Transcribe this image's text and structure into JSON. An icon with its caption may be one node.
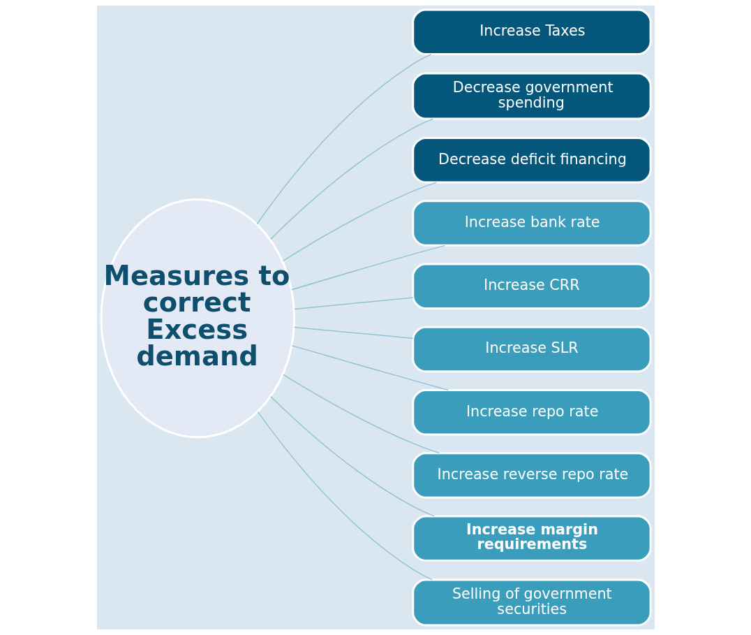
{
  "diagram": {
    "nodes": [
      {
        "text": [
          "Measures to correct Excess demand"
        ]
      },
      {
        "text": [
          "Increase Taxes"
        ]
      },
      {
        "text": [
          "Decrease government spending"
        ]
      },
      {
        "text": [
          "Decrease deficit financing"
        ]
      },
      {
        "text": [
          "Increase bank rate"
        ]
      },
      {
        "text": [
          "Increase CRR"
        ]
      },
      {
        "text": [
          "Increase SLR"
        ]
      },
      {
        "text": [
          "Increase repo rate"
        ]
      },
      {
        "text": [
          "Increase reverse repo rate"
        ]
      },
      {
        "text": [
          "Increase margin requirements"
        ]
      },
      {
        "text": [
          "Selling of government securities"
        ]
      }
    ],
    "edges": [
      {
        "from": 0,
        "to": 1,
        "arrow": "none"
      },
      {
        "from": 0,
        "to": 2,
        "arrow": "none"
      },
      {
        "from": 0,
        "to": 3,
        "arrow": "none"
      },
      {
        "from": 0,
        "to": 4,
        "arrow": "none"
      },
      {
        "from": 0,
        "to": 5,
        "arrow": "none"
      },
      {
        "from": 0,
        "to": 6,
        "arrow": "none"
      },
      {
        "from": 0,
        "to": 7,
        "arrow": "none"
      },
      {
        "from": 0,
        "to": 8,
        "arrow": "none"
      },
      {
        "from": 0,
        "to": 9,
        "arrow": "none"
      },
      {
        "from": 0,
        "to": 10,
        "arrow": "none"
      }
    ]
  }
}
